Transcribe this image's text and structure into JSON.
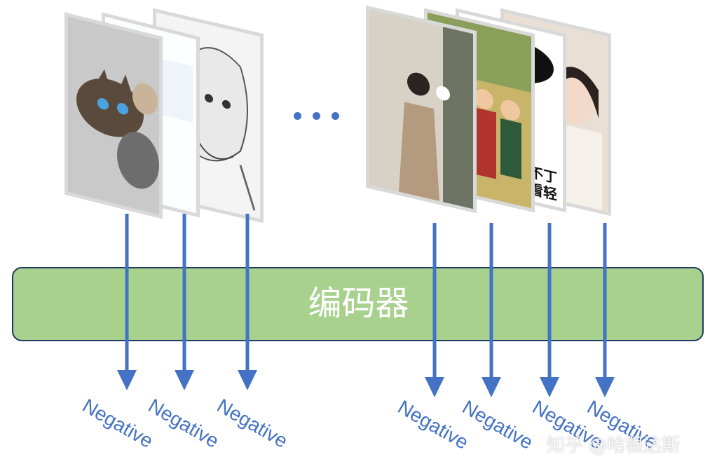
{
  "encoder": {
    "label": "编码器"
  },
  "outputs": [
    "Negative",
    "Negative",
    "Negative",
    "Negative",
    "Negative",
    "Negative",
    "Negative"
  ],
  "ellipsis": "···",
  "poster_text": {
    "line1": "不丁",
    "line2": "看轻"
  },
  "watermark": "知乎 @哈根达斯",
  "colors": {
    "arrow": "#4472c4",
    "encoder_fill": "#a9d18e",
    "encoder_border": "#1f3864",
    "text": "#4472c4"
  }
}
